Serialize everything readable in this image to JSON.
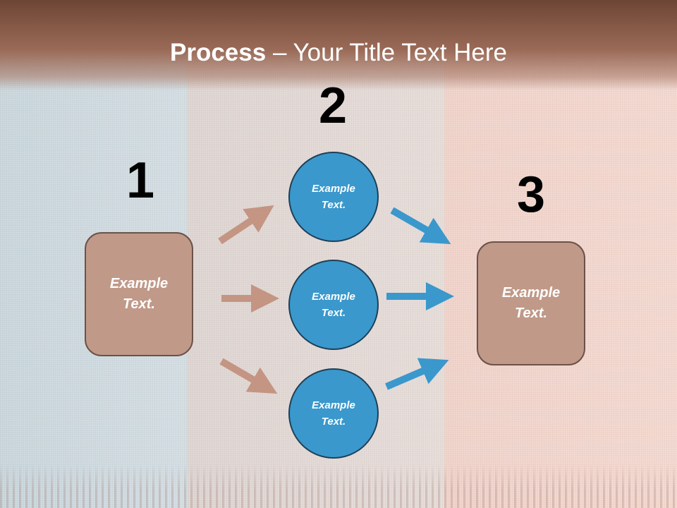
{
  "slide": {
    "title_bold": "Process",
    "title_rest": " – Your Title Text Here",
    "steps": [
      {
        "number": "1",
        "box_text": "Example\nText."
      },
      {
        "number": "2",
        "circles": [
          "Example\nText.",
          "Example\nText.",
          "Example\nText."
        ]
      },
      {
        "number": "3",
        "box_text": "Example\nText."
      }
    ]
  },
  "colors": {
    "header_band": "#8b5b49",
    "box_fill": "#c09988",
    "box_border": "#6b5249",
    "circle_fill": "#3a98cc",
    "circle_border": "#1f3f57",
    "arrow_left": "#c49583",
    "arrow_right": "#3a98cc"
  }
}
